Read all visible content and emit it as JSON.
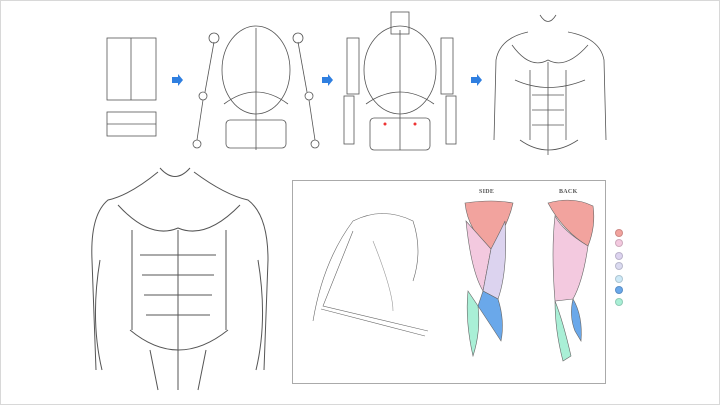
{
  "steps_row": {
    "arrow_color": "#2f7fe0",
    "arrow_count": 3
  },
  "muscle_panel": {
    "side_label": "SIDE",
    "back_label": "BACK",
    "legend_colors": [
      "#f2a39e",
      "#f3c9df",
      "#dcd3ef",
      "#dadaf0",
      "#cde9f7",
      "#6aa8ea",
      "#a9efd6"
    ]
  }
}
